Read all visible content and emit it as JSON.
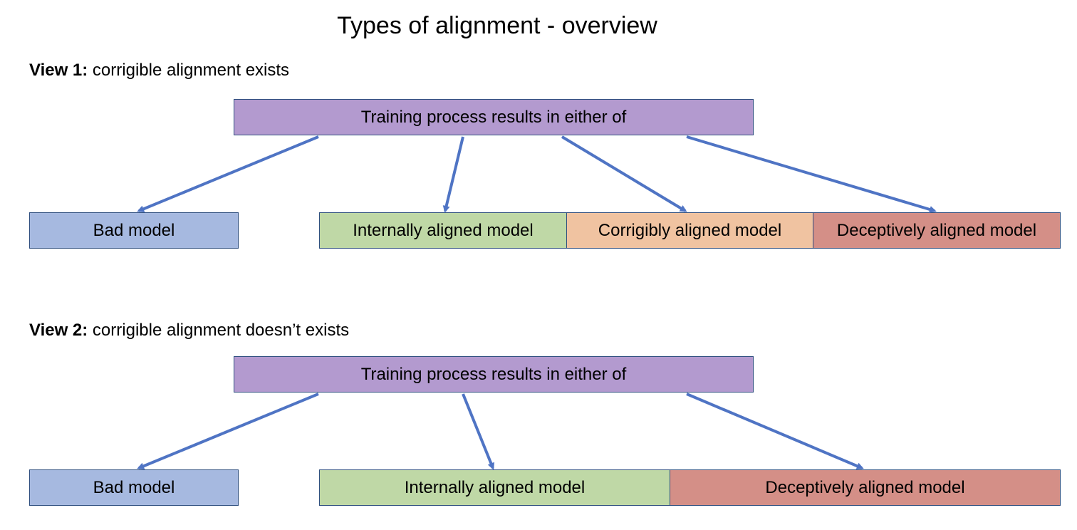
{
  "title": "Types of alignment - overview",
  "views": [
    {
      "label_bold": "View 1:",
      "label_rest": " corrigible alignment exists",
      "source": "Training process results in either of",
      "outcomes": {
        "bad": "Bad model",
        "internal": "Internally aligned model",
        "corrigible": "Corrigibly aligned model",
        "deceptive": "Deceptively aligned model"
      }
    },
    {
      "label_bold": "View 2:",
      "label_rest": " corrigible alignment doesn’t exists",
      "source": "Training process results in either of",
      "outcomes": {
        "bad": "Bad model",
        "internal": "Internally aligned model",
        "deceptive": "Deceptively aligned model"
      }
    }
  ],
  "colors": {
    "source": "#b39acf",
    "bad": "#a6b9e0",
    "internal": "#bfd8a6",
    "corrigible": "#f0c3a1",
    "deceptive": "#d48f87",
    "arrow": "#4f74c4",
    "border": "#2f4f7f"
  }
}
